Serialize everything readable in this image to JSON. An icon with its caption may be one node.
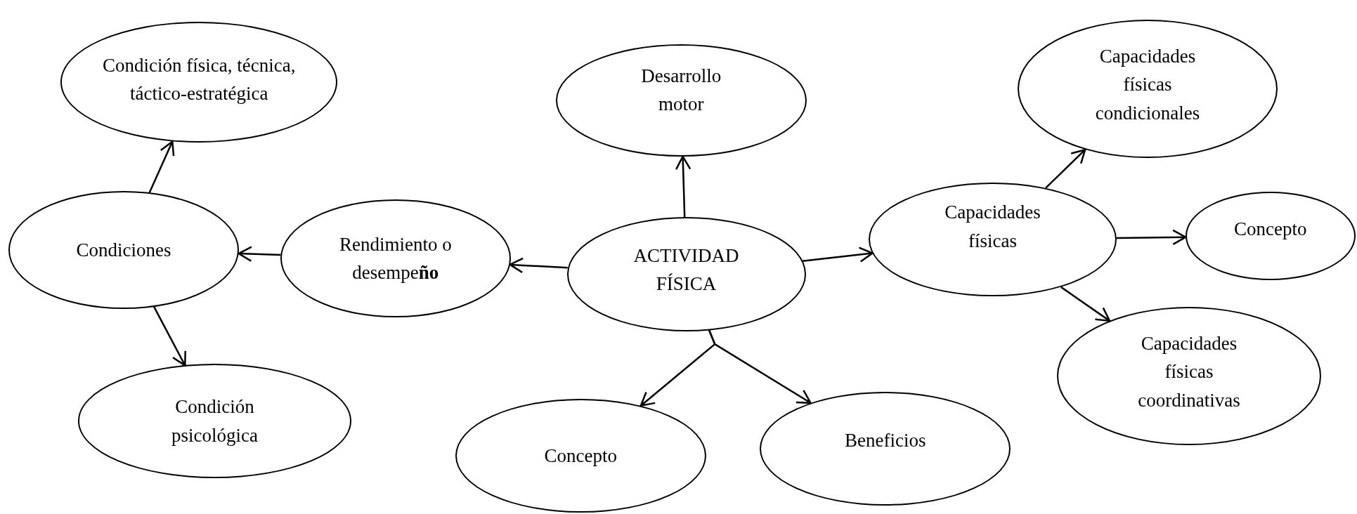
{
  "diagram": {
    "nodes": [
      {
        "text": [
          "Condición física, técnica, táctico-estratégica"
        ]
      },
      {
        "text": [
          "Desarrollo motor"
        ]
      },
      {
        "text": [
          "Capacidades físicas condicionales"
        ]
      },
      {
        "text": [
          "Condiciones"
        ]
      },
      {
        "text": [
          "Rendimiento o desempe**ño**"
        ]
      },
      {
        "text": [
          "ACTIVIDAD FÍSICA"
        ]
      },
      {
        "text": [
          "Capacidades físicas"
        ]
      },
      {
        "text": [
          "Concepto"
        ]
      },
      {
        "text": [
          "Condición psicológica"
        ]
      },
      {
        "text": [
          "Capacidades físicas coordinativas"
        ]
      },
      {
        "text": [
          "Concepto"
        ]
      },
      {
        "text": [
          "Beneficios"
        ]
      }
    ],
    "edges": [
      {
        "from": 5,
        "to": 4,
        "arrow": "to"
      },
      {
        "from": 4,
        "to": 3,
        "arrow": "to"
      },
      {
        "from": 3,
        "to": 0,
        "arrow": "to"
      },
      {
        "from": 3,
        "to": 8,
        "arrow": "to"
      },
      {
        "from": 5,
        "to": 1,
        "arrow": "to"
      },
      {
        "from": 5,
        "to": 6,
        "arrow": "to"
      },
      {
        "from": 6,
        "to": 2,
        "arrow": "to"
      },
      {
        "from": 6,
        "to": 7,
        "arrow": "to"
      },
      {
        "from": 6,
        "to": 9,
        "arrow": "to"
      },
      {
        "from": 5,
        "to": 10,
        "arrow": "to"
      },
      {
        "from": 5,
        "to": 11,
        "arrow": "to"
      }
    ]
  }
}
